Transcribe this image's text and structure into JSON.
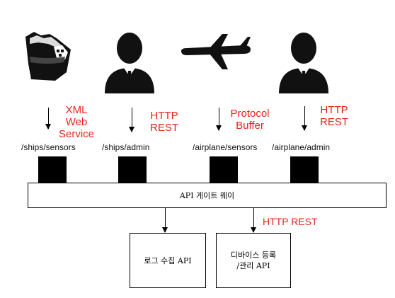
{
  "sources": [
    {
      "icon": "ship-icon",
      "protocol": "XML\nWeb\nService",
      "path": "/ships/sensors"
    },
    {
      "icon": "admin-person-icon",
      "protocol": "HTTP\nREST",
      "path": "/ships/admin"
    },
    {
      "icon": "airplane-icon",
      "protocol": "Protocol\nBuffer",
      "path": "/airplane/sensors"
    },
    {
      "icon": "admin-person-icon",
      "protocol": "HTTP\nREST",
      "path": "/airplane/admin"
    }
  ],
  "gateway": {
    "label": "API 게이트 웨이"
  },
  "services": [
    {
      "label": "로그 수집 API"
    },
    {
      "label": "디바이스 등록\n/관리 API",
      "protocol": "HTTP REST"
    }
  ],
  "colors": {
    "protocol_text": "#e8221b",
    "icon_fill": "#111111",
    "line": "#000000"
  }
}
